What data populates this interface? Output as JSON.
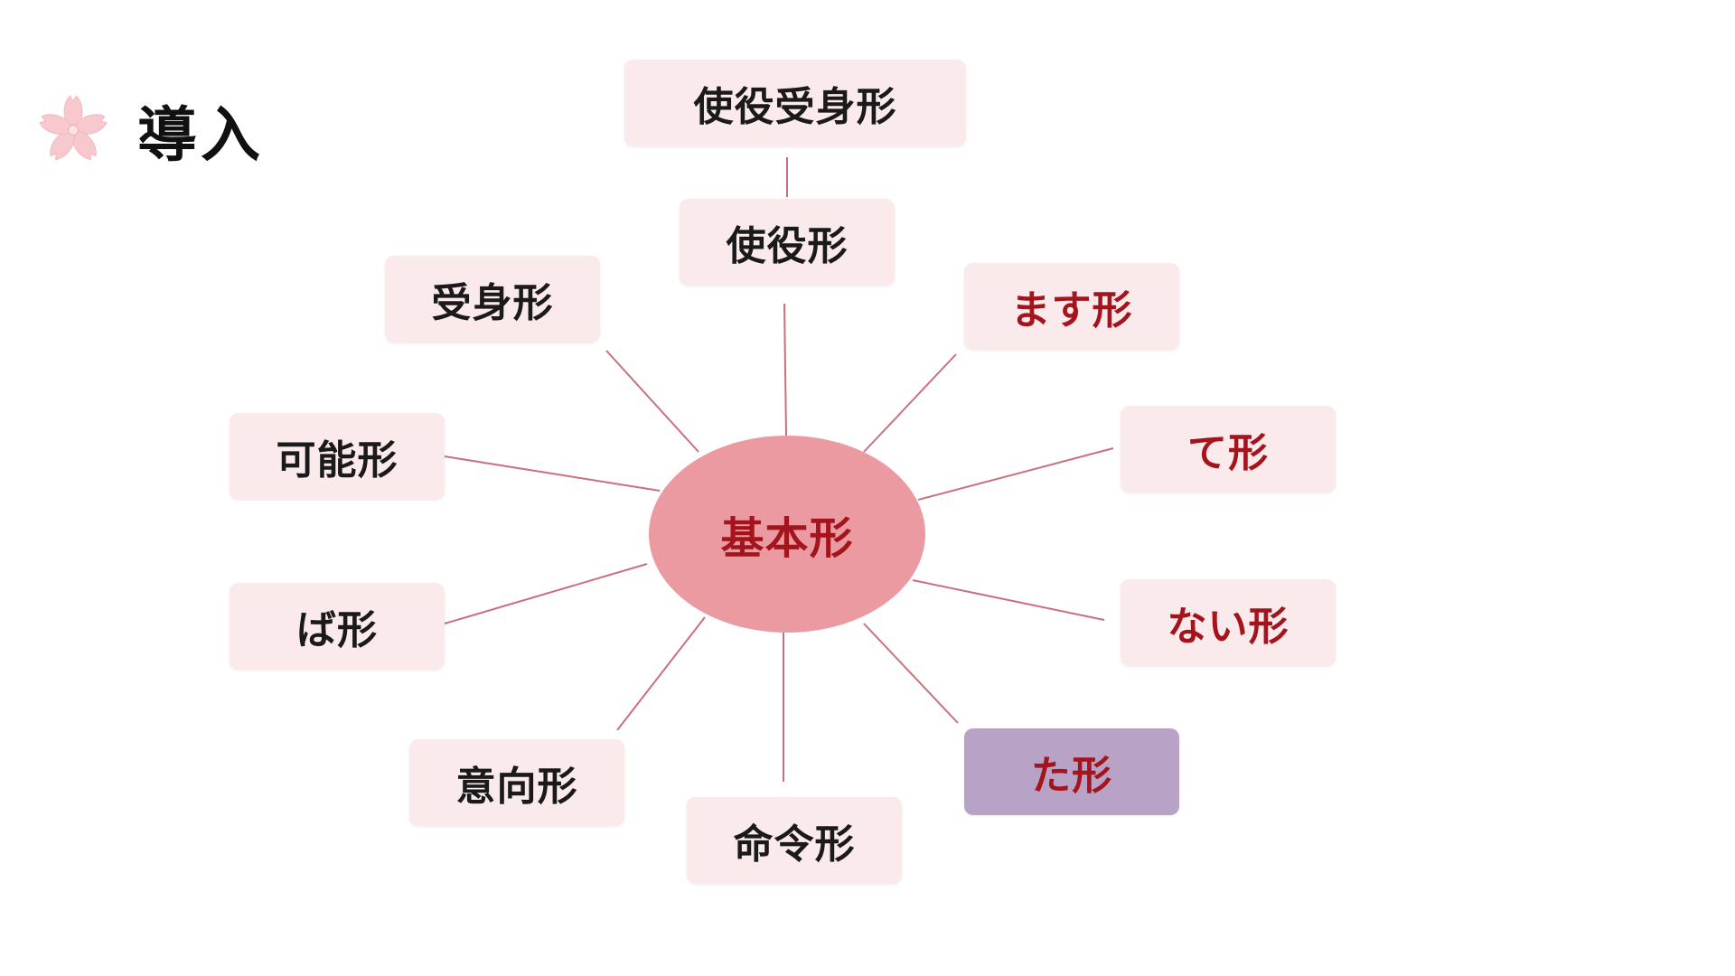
{
  "header": {
    "title": "導入",
    "icon": "sakura-flower-icon",
    "icon_color": "#f7c9cf"
  },
  "diagram": {
    "center": {
      "label": "基本形",
      "fill": "#ec9aa1",
      "text_color": "#a3141d"
    },
    "line_color": "#c9707c",
    "nodes": [
      {
        "id": "shieki-ukemi",
        "label": "使役受身形",
        "color": "black"
      },
      {
        "id": "shieki",
        "label": "使役形",
        "color": "black"
      },
      {
        "id": "ukemi",
        "label": "受身形",
        "color": "black"
      },
      {
        "id": "masu",
        "label": "ます形",
        "color": "red"
      },
      {
        "id": "te",
        "label": "て形",
        "color": "red"
      },
      {
        "id": "kanou",
        "label": "可能形",
        "color": "black"
      },
      {
        "id": "ba",
        "label": "ば形",
        "color": "black"
      },
      {
        "id": "nai",
        "label": "ない形",
        "color": "red"
      },
      {
        "id": "ta",
        "label": "た形",
        "color": "red",
        "highlighted": true,
        "highlight_color": "#b8a3c6"
      },
      {
        "id": "ikou",
        "label": "意向形",
        "color": "black"
      },
      {
        "id": "meirei",
        "label": "命令形",
        "color": "black"
      }
    ]
  }
}
